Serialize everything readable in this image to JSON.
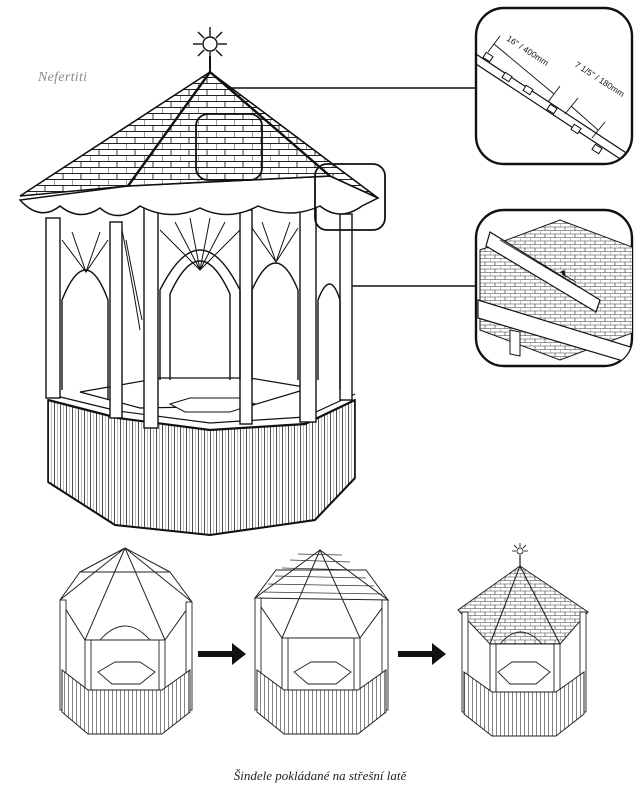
{
  "brand": "Nefertiti",
  "caption": "Šindele pokládané na střešní latě",
  "detail_top": {
    "dim_a": "16\" / 400mm",
    "dim_b": "7 1/5\" / 180mm"
  },
  "icons": [
    "sun-finial-icon",
    "arrow-right-icon",
    "arrow-right-icon"
  ]
}
